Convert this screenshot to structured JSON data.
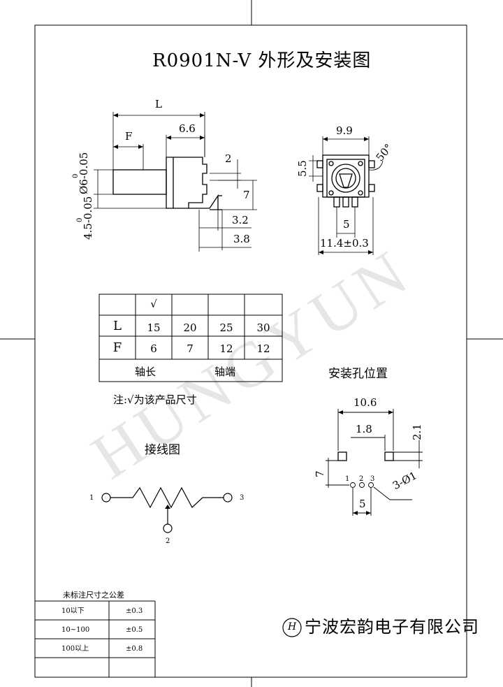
{
  "title": "R0901N-V 外形及安装图",
  "watermark": "HUNGYUN",
  "dimensions": {
    "L": "L",
    "F": "F",
    "d_6_6": "6.6",
    "d_2": "2",
    "d_7_side": "7",
    "d_3_2": "3.2",
    "d_3_8": "3.8",
    "shaft_dia": "Ø6-0.05",
    "shaft_dia_tol": "0",
    "height_4_5": "4.5-0.05",
    "height_4_5_tol": "0",
    "d_9_9": "9.9",
    "d_5_5": "5.5",
    "angle_50": "50°",
    "d_5_bottom": "5",
    "d_11_4": "11.4±0.3"
  },
  "spec_table": {
    "check_mark": "√",
    "rows": [
      {
        "label": "L",
        "values": [
          "15",
          "20",
          "25",
          "30"
        ]
      },
      {
        "label": "F",
        "values": [
          "6",
          "7",
          "12",
          "12"
        ]
      }
    ],
    "footer": [
      "轴长",
      "轴端"
    ]
  },
  "note": "注:√为该产品尺寸",
  "mounting": {
    "title": "安装孔位置",
    "d_10_6": "10.6",
    "d_1_8": "1.8",
    "d_2_1": "2.1",
    "d_7": "7",
    "pins": [
      "1",
      "2",
      "3"
    ],
    "d_3_01": "3-Ø1",
    "d_5": "5"
  },
  "wiring": {
    "title": "接线图",
    "pins": [
      "1",
      "2",
      "3"
    ]
  },
  "tolerance_table": {
    "title": "未标注尺寸之公差",
    "rows": [
      {
        "range": "10以下",
        "tol": "±0.3"
      },
      {
        "range": "10~100",
        "tol": "±0.5"
      },
      {
        "range": "100以上",
        "tol": "±0.8"
      }
    ]
  },
  "company": {
    "logo": "H",
    "name": "宁波宏韵电子有限公司"
  }
}
